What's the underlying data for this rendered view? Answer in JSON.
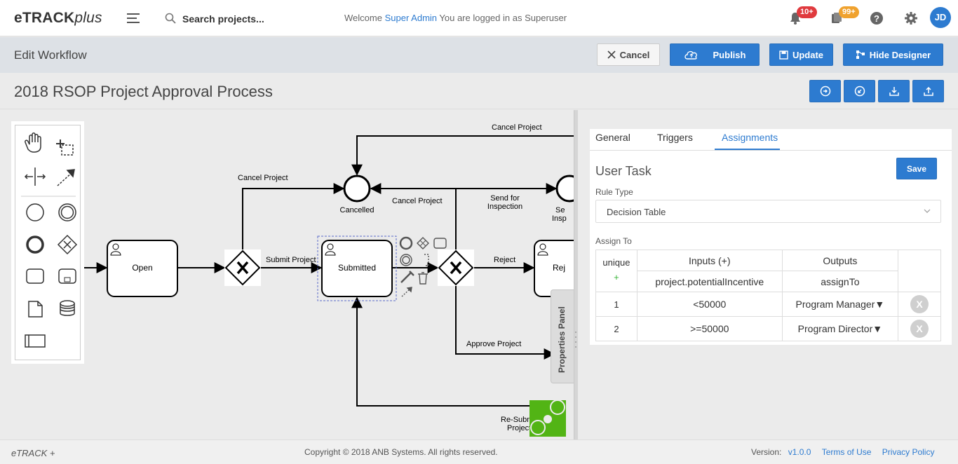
{
  "topbar": {
    "brand_main": "eTRACK",
    "brand_plus": "plus",
    "search_placeholder": "Search projects...",
    "welcome_prefix": "Welcome",
    "welcome_user": "Super Admin",
    "welcome_suffix": "You are logged in as Superuser",
    "notifications_badge": "10+",
    "tasks_badge": "99+",
    "avatar_initials": "JD",
    "accent_color": "#2d7bd0"
  },
  "editbar": {
    "title": "Edit Workflow",
    "cancel_label": "Cancel",
    "publish_label": "Publish",
    "update_label": "Update",
    "hide_designer_label": "Hide Designer"
  },
  "process": {
    "title": "2018 RSOP Project Approval Process"
  },
  "diagram": {
    "task_open": "Open",
    "task_submitted": "Submitted",
    "task_rej": "Rej",
    "event_cancelled": "Cancelled",
    "event_inspection_1": "Se",
    "event_inspection_2": "Insp",
    "flow_cancel_top": "Cancel Project",
    "flow_cancel_left": "Cancel Project",
    "flow_cancel_mid": "Cancel Project",
    "flow_send_1": "Send for",
    "flow_send_2": "Inspection",
    "flow_submit": "Submit Project",
    "flow_reject": "Reject",
    "flow_approve": "Approve Project",
    "flow_resubmit_1": "Re-Subm",
    "flow_resubmit_2": "Project"
  },
  "properties_tab": "Properties Panel",
  "panel": {
    "tabs": [
      "General",
      "Triggers",
      "Assignments"
    ],
    "active_tab": "Assignments",
    "heading": "User Task",
    "save_label": "Save",
    "rule_type_label": "Rule Type",
    "rule_type_value": "Decision Table",
    "assign_to_label": "Assign To",
    "table": {
      "col_unique": "unique",
      "col_inputs": "Inputs (+)",
      "col_outputs": "Outputs",
      "add_symbol": "+",
      "input_field": "project.potentialIncentive",
      "output_field": "assignTo",
      "rows": [
        {
          "n": "1",
          "input": "<50000",
          "output": "Program Manager▼"
        },
        {
          "n": "2",
          "input": ">=50000",
          "output": "Program Director▼"
        }
      ],
      "delete_symbol": "X"
    }
  },
  "footer": {
    "logo": "eTRACK +",
    "copyright": "Copyright © 2018 ANB Systems. All rights reserved.",
    "version_label": "Version:",
    "version_value": "v1.0.0",
    "terms": "Terms of Use",
    "privacy": "Privacy Policy"
  }
}
